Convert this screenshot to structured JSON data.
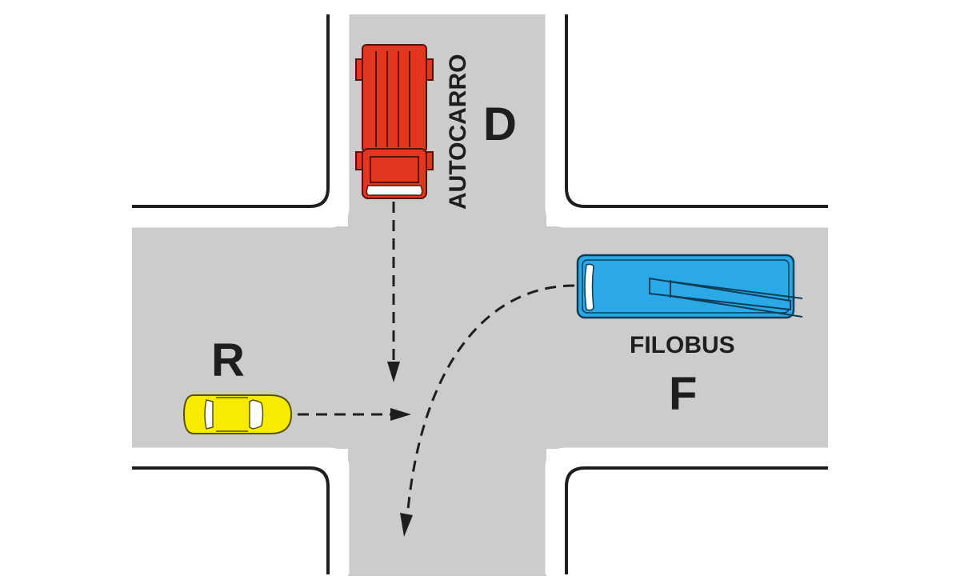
{
  "vehicles": {
    "truck": {
      "letter": "D",
      "caption": "AUTOCARRO",
      "color": "#e2361f"
    },
    "car": {
      "letter": "R",
      "color": "#f7ec00"
    },
    "trolleybus": {
      "letter": "F",
      "caption": "FILOBUS",
      "color": "#2ba9e6"
    }
  },
  "colors": {
    "road": "#cccccd",
    "curb": "#1e1e1e",
    "path": "#1e1e1e"
  }
}
